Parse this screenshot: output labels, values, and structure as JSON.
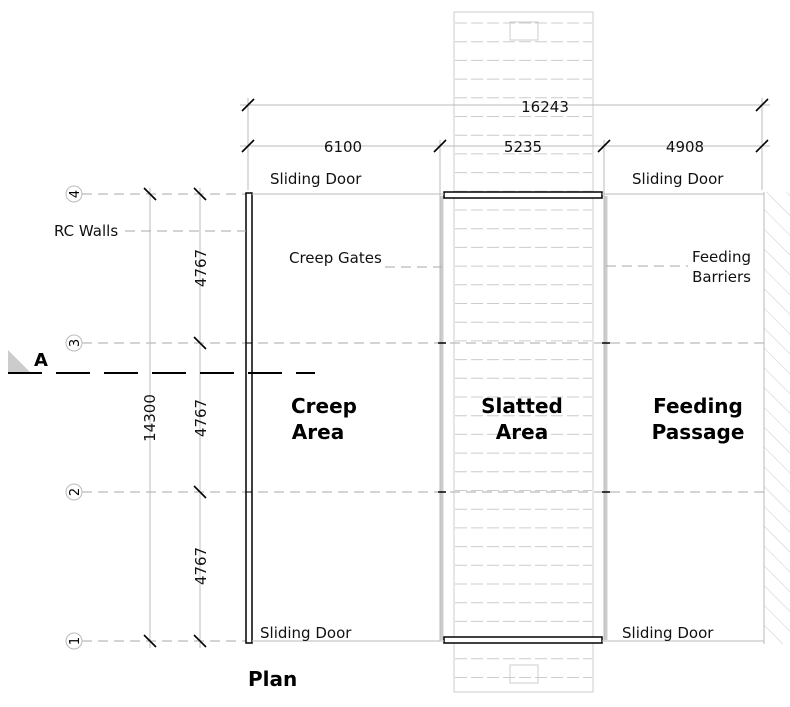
{
  "title": "Plan",
  "section_marker": "A",
  "grid_axes": [
    "1",
    "2",
    "3",
    "4"
  ],
  "dimensions": {
    "overall_width": "16243",
    "bay_widths": [
      "6100",
      "5235",
      "4908"
    ],
    "overall_depth": "14300",
    "bay_depths": [
      "4767",
      "4767",
      "4767"
    ]
  },
  "labels": {
    "rc_walls": "RC Walls",
    "creep_gates": "Creep Gates",
    "feeding_barriers_1": "Feeding",
    "feeding_barriers_2": "Barriers",
    "sliding_door_tl": "Sliding Door",
    "sliding_door_tr": "Sliding Door",
    "sliding_door_bl": "Sliding Door",
    "sliding_door_br": "Sliding Door"
  },
  "areas": {
    "creep_1": "Creep",
    "creep_2": "Area",
    "slatted_1": "Slatted",
    "slatted_2": "Area",
    "feeding_1": "Feeding",
    "feeding_2": "Passage"
  }
}
